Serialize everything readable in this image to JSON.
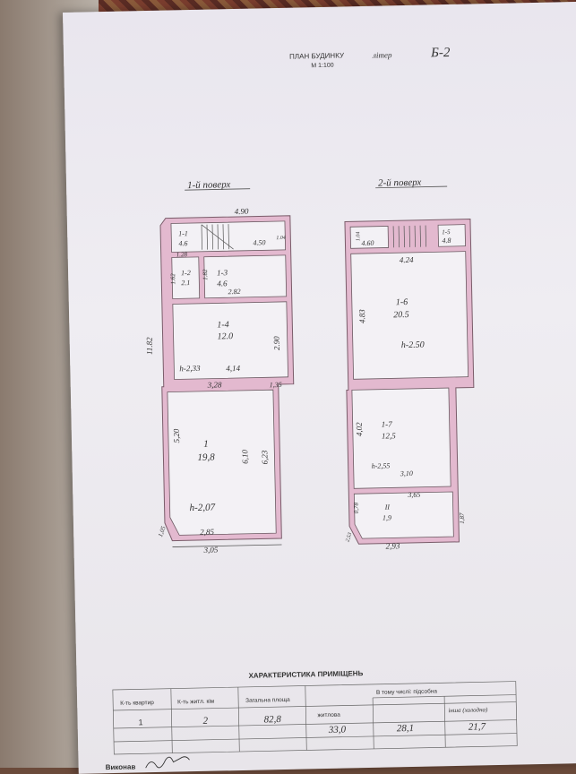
{
  "header": {
    "title": "ПЛАН БУДИНКУ",
    "liter_label": "літер",
    "liter_value": "Б-2",
    "scale": "М 1:100"
  },
  "floors": [
    {
      "title": "1-й поверх",
      "rooms": [
        {
          "id": "1-1",
          "area": "4.6"
        },
        {
          "id": "1-2",
          "area": "2.1"
        },
        {
          "id": "1-3",
          "area": "4.6"
        },
        {
          "id": "1-4",
          "area": "12.0",
          "height": "h-2,33"
        },
        {
          "id": "1",
          "area": "19,8",
          "height": "h-2,07"
        }
      ],
      "dimensions": [
        "4.90",
        "4.50",
        "1.04",
        "1.28",
        "1.62",
        "1.82",
        "2.82",
        "11.82",
        "2.90",
        "4,14",
        "3,28",
        "1,35",
        "5,20",
        "6,10",
        "6,23",
        "1,05",
        "2,85",
        "3,05"
      ]
    },
    {
      "title": "2-й поверх",
      "rooms": [
        {
          "id": "1-5",
          "area": "4.8"
        },
        {
          "id": "1-6",
          "area": "20.5",
          "height": "h-2.50"
        },
        {
          "id": "1-7",
          "area": "12,5",
          "height": "h-2,55"
        },
        {
          "id": "II",
          "area": "1,9"
        }
      ],
      "dimensions": [
        "1.04",
        "4.60",
        "4.24",
        "4.83",
        "4,02",
        "3,10",
        "3,65",
        "0,78",
        "1,87",
        "2,53",
        "2,93"
      ]
    }
  ],
  "table": {
    "title": "ХАРАКТЕРИСТИКА ПРИМІЩЕНЬ",
    "headers": [
      "К-ть квартир",
      "К-ть житл. кім",
      "Загальна площа",
      "житлова",
      "В тому числі: підсобна",
      "інша (холодна)"
    ],
    "row": [
      "1",
      "2",
      "82,8",
      "33,0",
      "28,1",
      "21,7"
    ]
  },
  "footer": {
    "signed_label": "Виконав"
  }
}
